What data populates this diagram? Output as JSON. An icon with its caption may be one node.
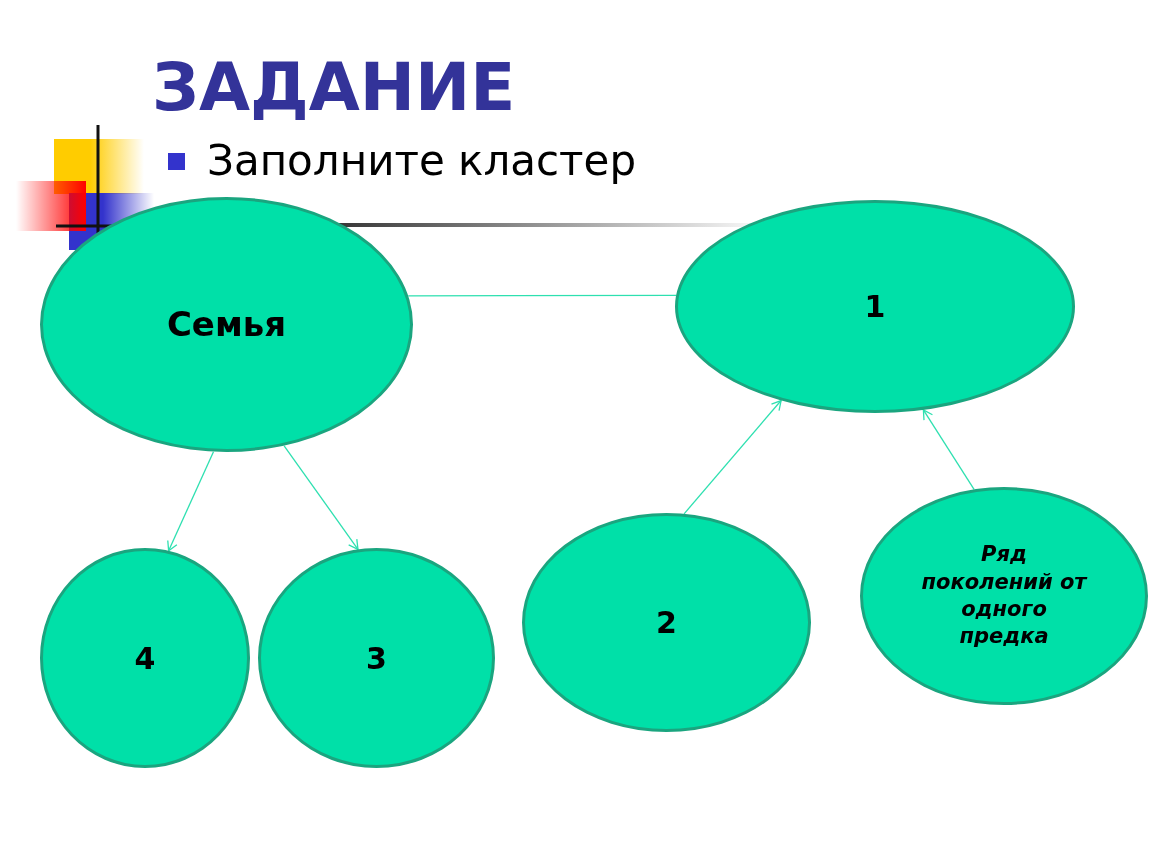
{
  "diagram": {
    "title": "ЗАДАНИЕ",
    "nodes": [
      {
        "text": [
          "Семья"
        ]
      },
      {
        "text": [
          "1"
        ]
      },
      {
        "text": [
          "4"
        ]
      },
      {
        "text": [
          "3"
        ]
      },
      {
        "text": [
          "2"
        ]
      },
      {
        "text": [
          "Ряд поколений от одного предка"
        ]
      }
    ],
    "edges": [
      {
        "from": 0,
        "to": 1,
        "arrow": "none"
      },
      {
        "from": 0,
        "to": 2,
        "arrow": "to"
      },
      {
        "from": 0,
        "to": 3,
        "arrow": "to"
      },
      {
        "from": 4,
        "to": 1,
        "arrow": "to"
      },
      {
        "from": 5,
        "to": 1,
        "arrow": "to"
      }
    ],
    "labels": [
      "Заполните кластер"
    ]
  }
}
